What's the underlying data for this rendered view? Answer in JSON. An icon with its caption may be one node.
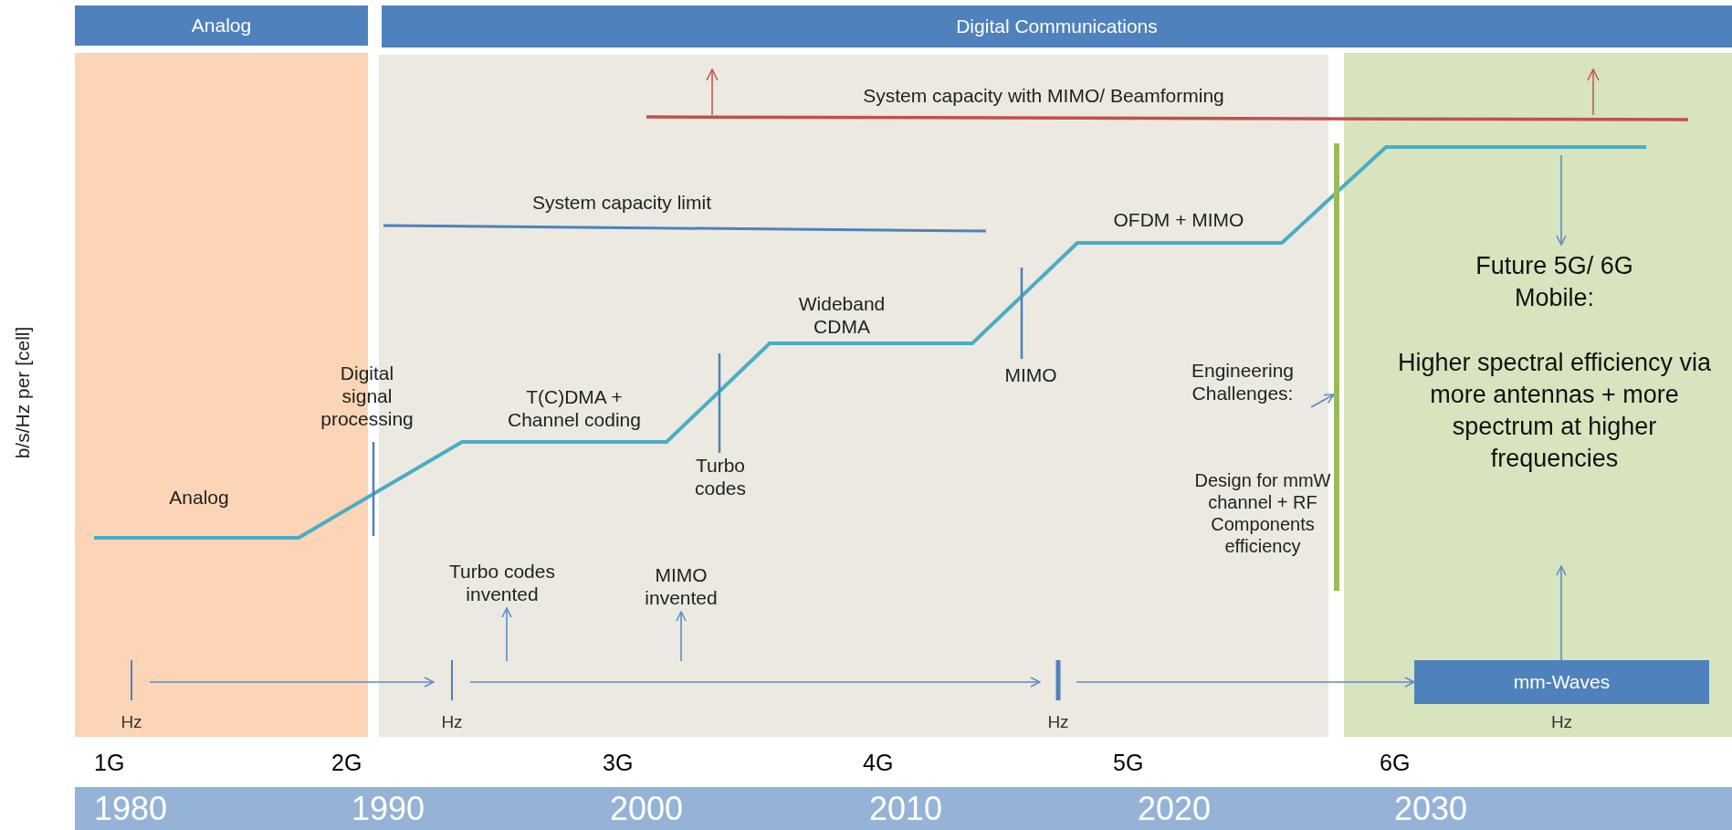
{
  "diagram": {
    "nodes": [
      {
        "text": [
          "Analog"
        ]
      },
      {
        "text": [
          "Digital Communications"
        ]
      },
      {
        "text": [
          "Hz"
        ]
      },
      {
        "text": [
          "Hz"
        ]
      },
      {
        "text": [
          "Hz"
        ]
      },
      {
        "text": [
          "mm-Waves"
        ],
        "beside": [
          "Hz"
        ]
      },
      {
        "text": [
          "Turbo codes invented"
        ]
      },
      {
        "text": [
          "MIMO invented"
        ]
      },
      {
        "text": [
          "Engineering Challenges:"
        ]
      },
      {
        "text": [],
        "shape": "bar"
      },
      {
        "text": [
          "Future 5G/ 6G Mobile:",
          "Higher spectral efficiency via more antennas + more spectrum at higher frequencies"
        ]
      }
    ],
    "edges": [
      {
        "from": 2,
        "to": 3,
        "arrow": "to"
      },
      {
        "from": 3,
        "to": 4,
        "arrow": "to"
      },
      {
        "from": 4,
        "to": 5,
        "arrow": "to"
      },
      {
        "from": null,
        "to": 6,
        "arrow": "to"
      },
      {
        "from": null,
        "to": 7,
        "arrow": "to"
      },
      {
        "from": 5,
        "to": 10,
        "arrow": "to"
      },
      {
        "from": null,
        "to": 10,
        "arrow": "to"
      },
      {
        "from": 8,
        "to": 9,
        "arrow": "to"
      }
    ],
    "labels": [
      "System capacity with MIMO/ Beamforming",
      "System capacity limit",
      "OFDM + MIMO",
      "Wideband CDMA",
      "Digital signal processing",
      "T(C)DMA + Channel coding",
      "MIMO",
      "Analog",
      "Turbo codes",
      "Design for mmW channel + RF Components efficiency",
      "b/s/Hz per [cell]",
      "1G",
      "2G",
      "3G",
      "4G",
      "5G",
      "6G",
      "1980",
      "1990",
      "2000",
      "2010",
      "2020",
      "2030"
    ]
  }
}
